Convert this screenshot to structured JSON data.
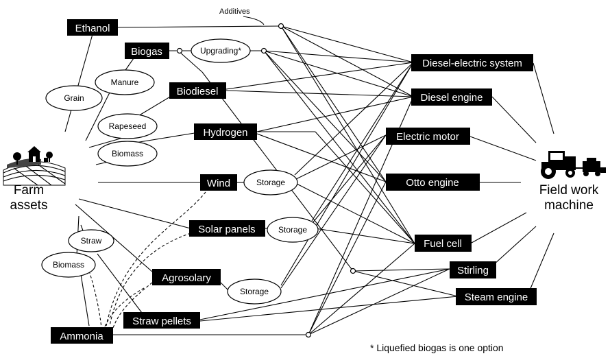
{
  "left_label": [
    "Farm",
    "assets"
  ],
  "right_label": [
    "Field work",
    "machine"
  ],
  "additives_label": "Additives",
  "footnote": "* Liquefied biogas is one option",
  "boxes": {
    "ethanol": "Ethanol",
    "biogas": "Biogas",
    "biodiesel": "Biodiesel",
    "hydrogen": "Hydrogen",
    "wind": "Wind",
    "solar": "Solar panels",
    "agrosolary": "Agrosolary",
    "straw_pellets": "Straw pellets",
    "ammonia": "Ammonia",
    "diesel_electric": "Diesel-electric system",
    "diesel_engine": "Diesel engine",
    "electric_motor": "Electric motor",
    "otto_engine": "Otto engine",
    "fuel_cell": "Fuel cell",
    "stirling": "Stirling",
    "steam_engine": "Steam engine"
  },
  "ovals": {
    "grain": "Grain",
    "manure": "Manure",
    "rapeseed": "Rapeseed",
    "biomass_top": "Biomass",
    "upgrading": "Upgrading*",
    "storage_wind": "Storage",
    "storage_solar": "Storage",
    "storage_agro": "Storage",
    "straw": "Straw",
    "biomass_bottom": "Biomass"
  },
  "icons": {
    "farm": "farm-landscape-icon",
    "tractor": "tractor-icon"
  }
}
